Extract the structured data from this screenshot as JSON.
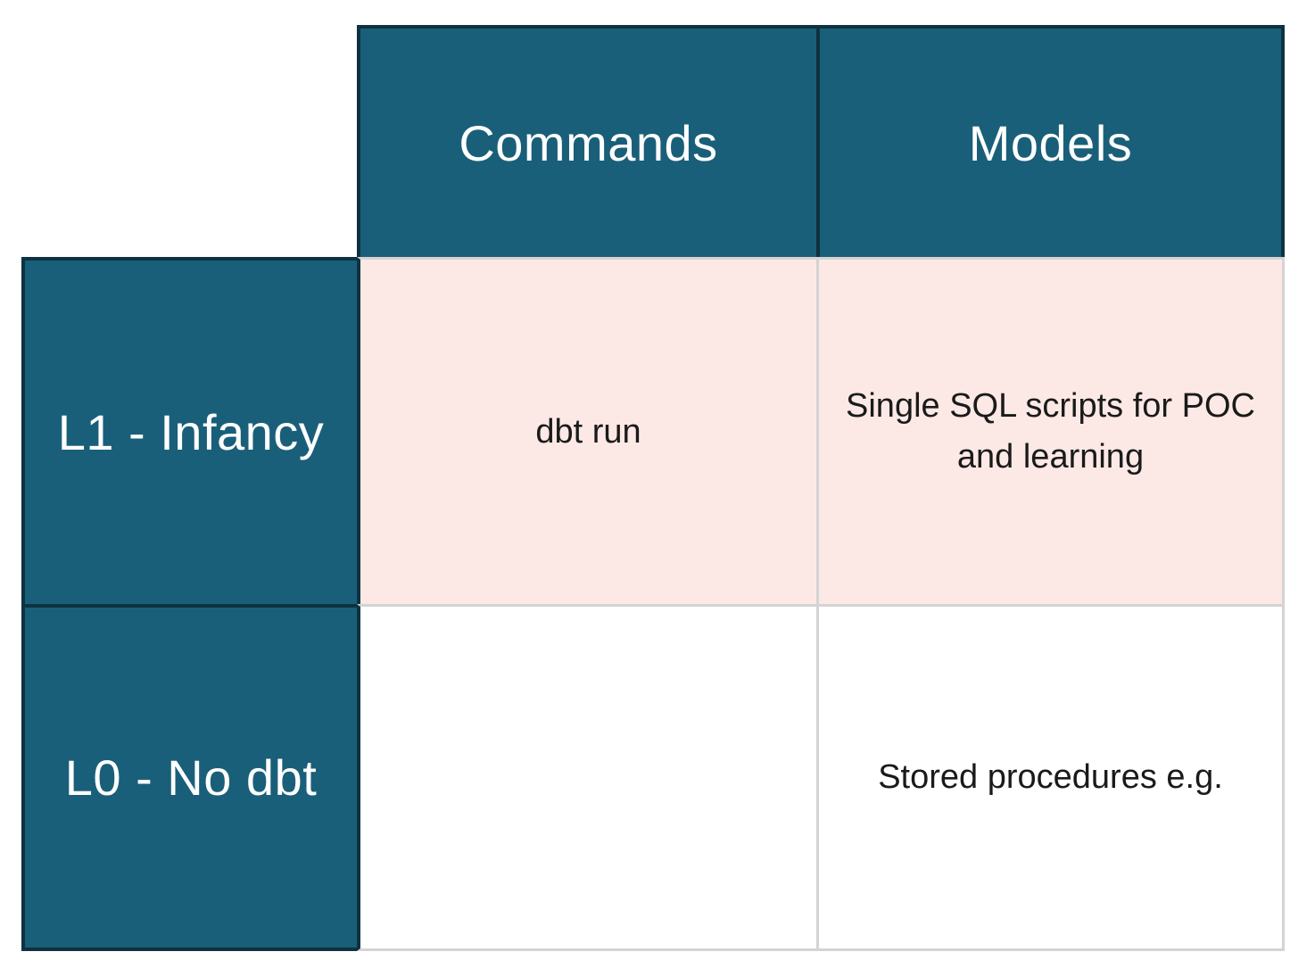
{
  "colors": {
    "header_bg": "#1A5F79",
    "header_text": "#ffffff",
    "dark_border": "#0E3240",
    "light_border": "#D4D4D4",
    "highlight_row_bg": "#FCE9E5",
    "plain_row_bg": "#ffffff",
    "body_text": "#1a1a1a"
  },
  "table": {
    "column_headers": [
      {
        "label": "Commands"
      },
      {
        "label": "Models"
      }
    ],
    "row_headers": [
      {
        "label": "L1 - Infancy"
      },
      {
        "label": "L0 - No dbt"
      }
    ],
    "cells": [
      [
        "dbt run",
        "Single SQL scripts for POC and learning"
      ],
      [
        "",
        "Stored procedures e.g."
      ]
    ]
  },
  "chart_data": {
    "type": "table",
    "title": "",
    "columns": [
      "",
      "Commands",
      "Models"
    ],
    "rows": [
      [
        "L1 - Infancy",
        "dbt run",
        "Single SQL scripts for POC and learning"
      ],
      [
        "L0 - No dbt",
        "",
        "Stored procedures e.g."
      ]
    ]
  }
}
